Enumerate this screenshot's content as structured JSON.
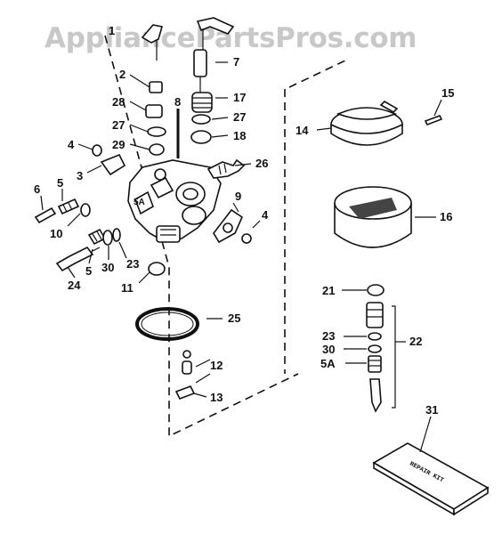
{
  "watermark": "AppliancePartsPros.com",
  "callouts": {
    "c1": "1",
    "c2": "2",
    "c3": "3",
    "c4a": "4",
    "c4b": "4",
    "c5a": "5",
    "c5b": "5",
    "c5A": "5A",
    "c6": "6",
    "c7": "7",
    "c8": "8",
    "c9": "9",
    "c10": "10",
    "c11": "11",
    "c12": "12",
    "c13": "13",
    "c14": "14",
    "c15": "15",
    "c16": "16",
    "c17": "17",
    "c18": "18",
    "c21": "21",
    "c22": "22",
    "c23a": "23",
    "c23b": "23",
    "c24": "24",
    "c25": "25",
    "c26": "26",
    "c27a": "27",
    "c27b": "27",
    "c28": "28",
    "c29": "29",
    "c30a": "30",
    "c30b": "30",
    "c31": "31"
  },
  "repair_kit_label": "REPAIR KIT"
}
